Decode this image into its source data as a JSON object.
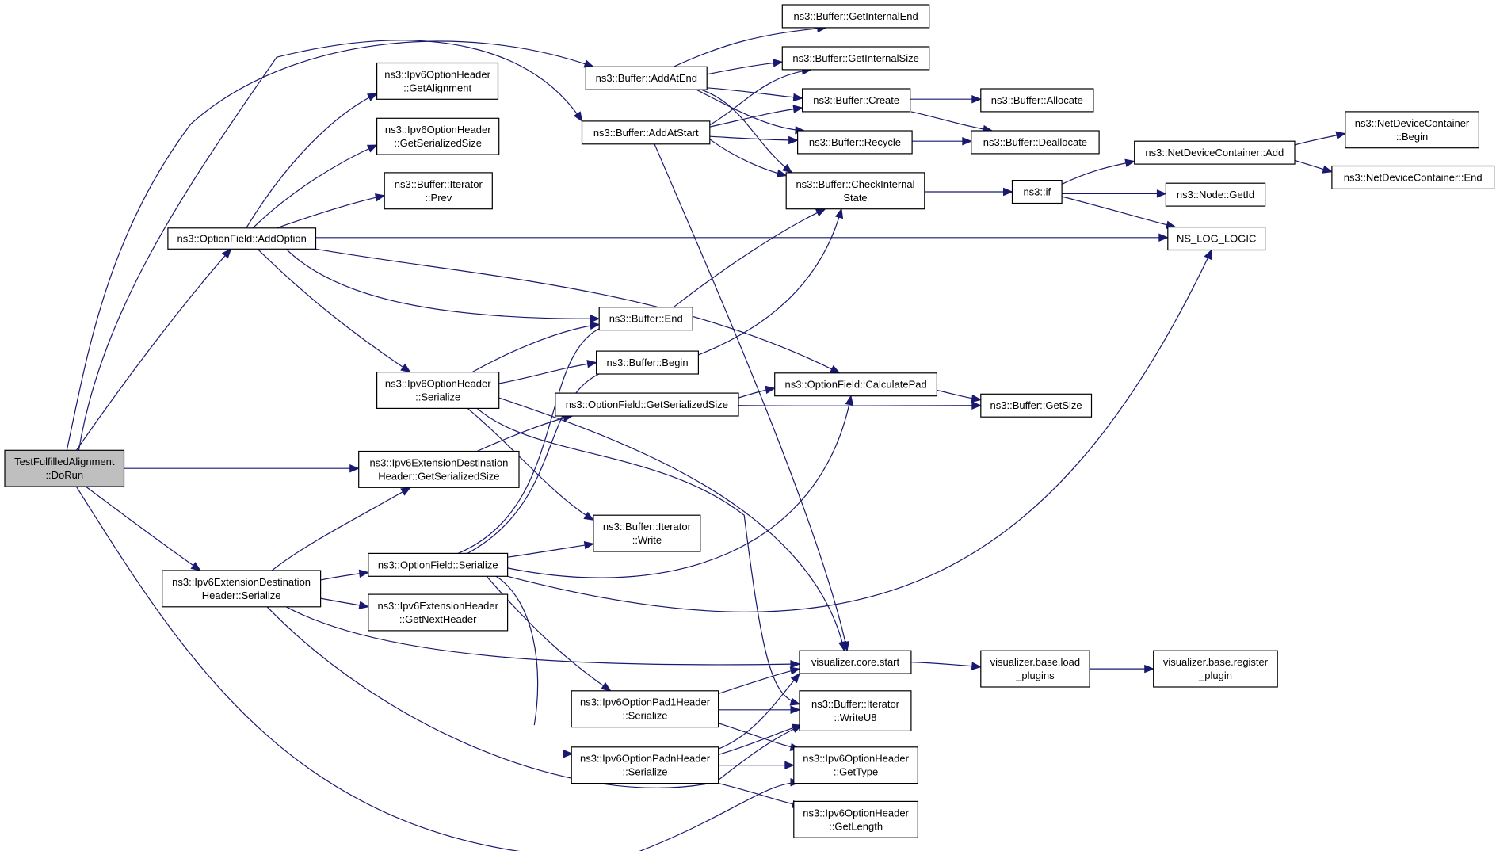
{
  "diagram": {
    "colors": {
      "edge": "#191970",
      "node_border": "#000000",
      "root_fill": "#bfbfbf",
      "node_fill": "#ffffff"
    },
    "nodes": [
      {
        "id": "root",
        "lines": [
          "TestFulfilledAlignment",
          "::DoRun"
        ],
        "root": true
      },
      {
        "id": "addOption",
        "lines": [
          "ns3::OptionField::AddOption"
        ]
      },
      {
        "id": "getAlignment",
        "lines": [
          "ns3::Ipv6OptionHeader",
          "::GetAlignment"
        ]
      },
      {
        "id": "ohGetSerializedSize",
        "lines": [
          "ns3::Ipv6OptionHeader",
          "::GetSerializedSize"
        ]
      },
      {
        "id": "iterPrev",
        "lines": [
          "ns3::Buffer::Iterator",
          "::Prev"
        ]
      },
      {
        "id": "addAtEnd",
        "lines": [
          "ns3::Buffer::AddAtEnd"
        ]
      },
      {
        "id": "addAtStart",
        "lines": [
          "ns3::Buffer::AddAtStart"
        ]
      },
      {
        "id": "getInternalEnd",
        "lines": [
          "ns3::Buffer::GetInternalEnd"
        ]
      },
      {
        "id": "getInternalSize",
        "lines": [
          "ns3::Buffer::GetInternalSize"
        ]
      },
      {
        "id": "create",
        "lines": [
          "ns3::Buffer::Create"
        ]
      },
      {
        "id": "allocate",
        "lines": [
          "ns3::Buffer::Allocate"
        ]
      },
      {
        "id": "recycle",
        "lines": [
          "ns3::Buffer::Recycle"
        ]
      },
      {
        "id": "deallocate",
        "lines": [
          "ns3::Buffer::Deallocate"
        ]
      },
      {
        "id": "checkInternal",
        "lines": [
          "ns3::Buffer::CheckInternal",
          "State"
        ]
      },
      {
        "id": "nsIf",
        "lines": [
          "ns3::if"
        ]
      },
      {
        "id": "ndcAdd",
        "lines": [
          "ns3::NetDeviceContainer::Add"
        ]
      },
      {
        "id": "ndcBegin",
        "lines": [
          "ns3::NetDeviceContainer",
          "::Begin"
        ]
      },
      {
        "id": "ndcEnd",
        "lines": [
          "ns3::NetDeviceContainer::End"
        ]
      },
      {
        "id": "nodeGetId",
        "lines": [
          "ns3::Node::GetId"
        ]
      },
      {
        "id": "nsLogLogic",
        "lines": [
          "NS_LOG_LOGIC"
        ]
      },
      {
        "id": "bufEnd",
        "lines": [
          "ns3::Buffer::End"
        ]
      },
      {
        "id": "bufBegin",
        "lines": [
          "ns3::Buffer::Begin"
        ]
      },
      {
        "id": "ohSerialize",
        "lines": [
          "ns3::Ipv6OptionHeader",
          "::Serialize"
        ]
      },
      {
        "id": "ofGetSerializedSize",
        "lines": [
          "ns3::OptionField::GetSerializedSize"
        ]
      },
      {
        "id": "calculatePad",
        "lines": [
          "ns3::OptionField::CalculatePad"
        ]
      },
      {
        "id": "bufGetSize",
        "lines": [
          "ns3::Buffer::GetSize"
        ]
      },
      {
        "id": "edhGetSerializedSize",
        "lines": [
          "ns3::Ipv6ExtensionDestination",
          "Header::GetSerializedSize"
        ]
      },
      {
        "id": "iterWrite",
        "lines": [
          "ns3::Buffer::Iterator",
          "::Write"
        ]
      },
      {
        "id": "edhSerialize",
        "lines": [
          "ns3::Ipv6ExtensionDestination",
          "Header::Serialize"
        ]
      },
      {
        "id": "ofSerialize",
        "lines": [
          "ns3::OptionField::Serialize"
        ]
      },
      {
        "id": "ehGetNextHeader",
        "lines": [
          "ns3::Ipv6ExtensionHeader",
          "::GetNextHeader"
        ]
      },
      {
        "id": "vizStart",
        "lines": [
          "visualizer.core.start"
        ]
      },
      {
        "id": "vizLoad",
        "lines": [
          "visualizer.base.load",
          "_plugins"
        ]
      },
      {
        "id": "vizRegister",
        "lines": [
          "visualizer.base.register",
          "_plugin"
        ]
      },
      {
        "id": "pad1Serialize",
        "lines": [
          "ns3::Ipv6OptionPad1Header",
          "::Serialize"
        ]
      },
      {
        "id": "iterWriteU8",
        "lines": [
          "ns3::Buffer::Iterator",
          "::WriteU8"
        ]
      },
      {
        "id": "padnSerialize",
        "lines": [
          "ns3::Ipv6OptionPadnHeader",
          "::Serialize"
        ]
      },
      {
        "id": "getType",
        "lines": [
          "ns3::Ipv6OptionHeader",
          "::GetType"
        ]
      },
      {
        "id": "getLength",
        "lines": [
          "ns3::Ipv6OptionHeader",
          "::GetLength"
        ]
      }
    ]
  }
}
